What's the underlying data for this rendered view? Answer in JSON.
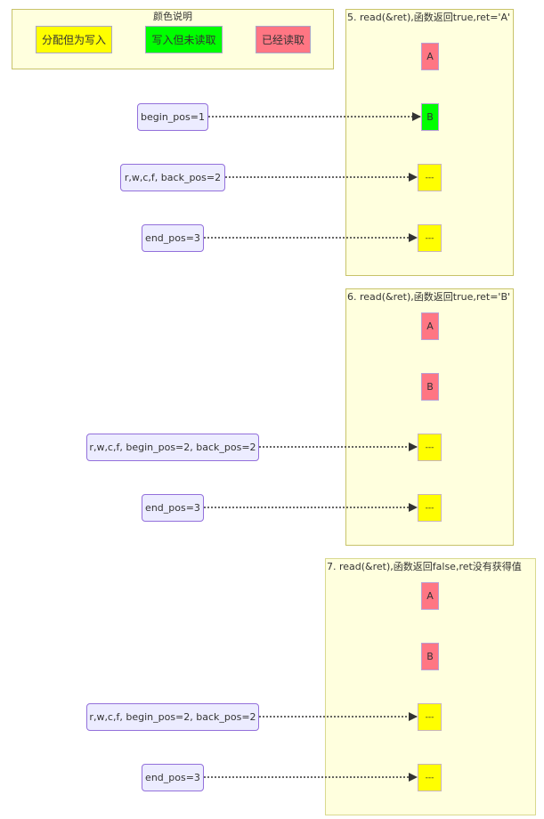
{
  "legend": {
    "title": "颜色说明",
    "items": [
      {
        "label": "分配但为写入",
        "color": "#ffff00",
        "meaning": "allocated-not-written"
      },
      {
        "label": "写入但未读取",
        "color": "#00ff00",
        "meaning": "written-not-read"
      },
      {
        "label": "已经读取",
        "color": "#ff7683",
        "meaning": "already-read"
      }
    ]
  },
  "colors": {
    "cluster_fill": "#ffffde",
    "cluster_border": "#c8c36a",
    "node_fill": "#ececff",
    "node_border": "#9370db",
    "allocated": "#ffff00",
    "written": "#00ff00",
    "read": "#ff7683",
    "edge": "#333333"
  },
  "steps": [
    {
      "title": "5. read(&ret),函数返回true,ret='A'",
      "cells": [
        {
          "label": "A",
          "state": "read"
        },
        {
          "label": "B",
          "state": "written"
        },
        {
          "label": "---",
          "state": "allocated"
        },
        {
          "label": "---",
          "state": "allocated"
        }
      ],
      "pointers": [
        {
          "label": "begin_pos=1",
          "target": 1
        },
        {
          "label": "r,w,c,f, back_pos=2",
          "target": 2
        },
        {
          "label": "end_pos=3",
          "target": 3
        }
      ]
    },
    {
      "title": "6. read(&ret),函数返回true,ret='B'",
      "cells": [
        {
          "label": "A",
          "state": "read"
        },
        {
          "label": "B",
          "state": "read"
        },
        {
          "label": "---",
          "state": "allocated"
        },
        {
          "label": "---",
          "state": "allocated"
        }
      ],
      "pointers": [
        {
          "label": "r,w,c,f, begin_pos=2, back_pos=2",
          "target": 2
        },
        {
          "label": "end_pos=3",
          "target": 3
        }
      ]
    },
    {
      "title": "7. read(&ret),函数返回false,ret没有获得值",
      "cells": [
        {
          "label": "A",
          "state": "read"
        },
        {
          "label": "B",
          "state": "read"
        },
        {
          "label": "---",
          "state": "allocated"
        },
        {
          "label": "---",
          "state": "allocated"
        }
      ],
      "pointers": [
        {
          "label": "r,w,c,f, begin_pos=2, back_pos=2",
          "target": 2
        },
        {
          "label": "end_pos=3",
          "target": 3
        }
      ]
    }
  ]
}
